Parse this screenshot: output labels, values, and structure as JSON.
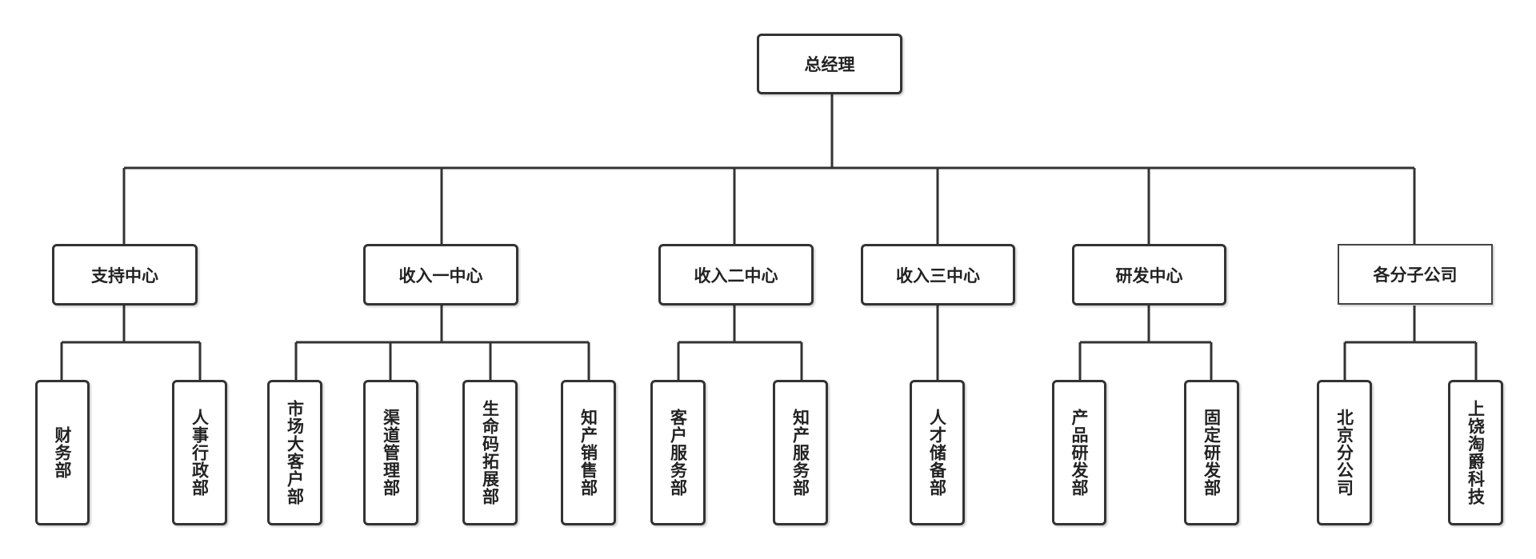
{
  "root": "总经理",
  "centers": [
    "支持中心",
    "收入一中心",
    "收入二中心",
    "收入三中心",
    "研发中心",
    "各分子公司"
  ],
  "departments": {
    "support": [
      "财务部",
      "人事行政部"
    ],
    "income1": [
      "市场大客户部",
      "渠道管理部",
      "生命码拓展部",
      "知产销售部"
    ],
    "income2": [
      "客户服务部",
      "知产服务部"
    ],
    "income3": [
      "人才储备部"
    ],
    "rnd": [
      "产品研发部",
      "固定研发部"
    ],
    "branches": [
      "北京分公司",
      "上饶淘爵科技"
    ]
  }
}
